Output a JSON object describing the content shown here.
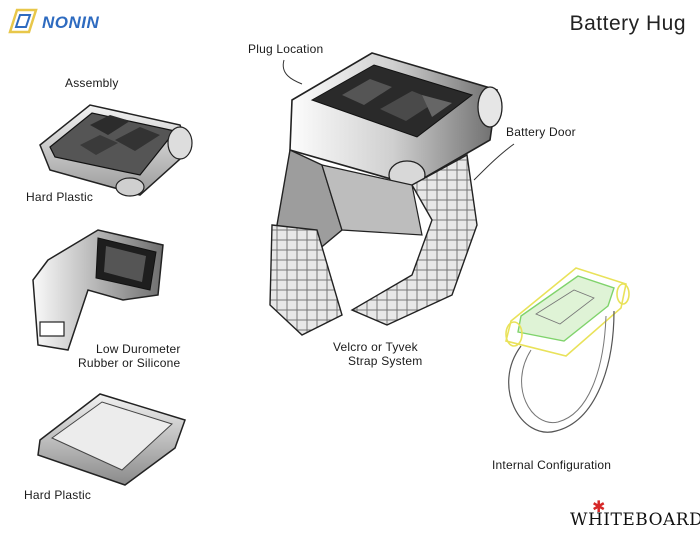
{
  "brand": {
    "logo_text": "NONIN",
    "logo_accent": "#2e6bc0",
    "logo_frame": "#e8c74a"
  },
  "title": "Battery Hug",
  "labels": {
    "assembly": "Assembly",
    "hard_plastic_1": "Hard Plastic",
    "rubber_line1": "Low Durometer",
    "rubber_line2": "Rubber or Silicone",
    "hard_plastic_2": "Hard Plastic",
    "plug_location": "Plug Location",
    "battery_door": "Battery Door",
    "strap_line1": "Velcro or Tyvek",
    "strap_line2": "Strap System",
    "internal_config": "Internal Configuration"
  },
  "footer": {
    "whiteboard_text": "WHITEBOARD",
    "star_color": "#d62828"
  },
  "colors": {
    "highlight_yellow": "#e9e25a",
    "highlight_green": "#7fd36b"
  }
}
